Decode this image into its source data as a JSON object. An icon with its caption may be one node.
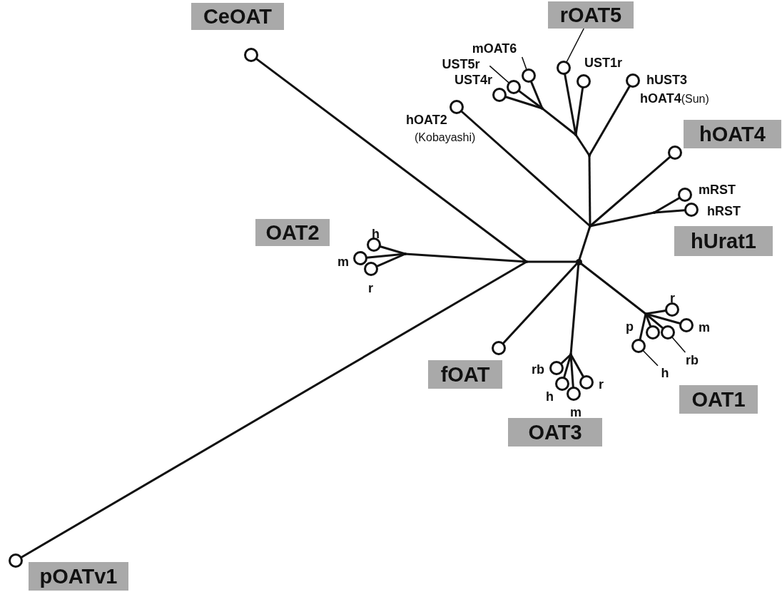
{
  "diagram": {
    "nodes": [
      {
        "text": [
          "CeOAT"
        ]
      },
      {
        "text": [],
        "shape": "circle"
      },
      {
        "text": [
          "rOAT5"
        ]
      },
      {
        "text": [
          "mOAT6"
        ]
      },
      {
        "text": [
          "UST5r"
        ]
      },
      {
        "text": [],
        "shape": "circle",
        "beside": [
          "UST4r"
        ]
      },
      {
        "text": [],
        "shape": "circle"
      },
      {
        "text": [],
        "shape": "circle"
      },
      {
        "text": [],
        "shape": "circle"
      },
      {
        "text": [],
        "shape": "circle",
        "beside": [
          "UST1r"
        ]
      },
      {
        "text": [],
        "shape": "circle",
        "beside": [
          "hUST3",
          "**hOAT4**(Sun)"
        ]
      },
      {
        "text": [],
        "shape": "circle",
        "beside": [
          "hOAT2",
          "(Kobayashi)"
        ]
      },
      {
        "text": [
          "hOAT4"
        ]
      },
      {
        "text": [],
        "shape": "circle"
      },
      {
        "text": [],
        "shape": "circle",
        "beside": [
          "mRST"
        ]
      },
      {
        "text": [],
        "shape": "circle",
        "beside": [
          "hRST"
        ]
      },
      {
        "text": [
          "hUrat1"
        ]
      },
      {
        "text": [
          "OAT2"
        ]
      },
      {
        "text": [],
        "shape": "circle",
        "beside": [
          "h"
        ]
      },
      {
        "text": [],
        "shape": "circle",
        "beside": [
          "m"
        ]
      },
      {
        "text": [],
        "shape": "circle",
        "beside": [
          "r"
        ]
      },
      {
        "text": [],
        "shape": "circle"
      },
      {
        "text": [
          "fOAT"
        ]
      },
      {
        "text": [],
        "shape": "circle",
        "beside": [
          "rb"
        ]
      },
      {
        "text": [],
        "shape": "circle",
        "beside": [
          "h"
        ]
      },
      {
        "text": [],
        "shape": "circle",
        "beside": [
          "r"
        ]
      },
      {
        "text": [],
        "shape": "circle",
        "beside": [
          "m"
        ]
      },
      {
        "text": [
          "OAT3"
        ]
      },
      {
        "text": [],
        "shape": "circle",
        "beside": [
          "p"
        ]
      },
      {
        "text": [],
        "shape": "circle"
      },
      {
        "text": [],
        "shape": "circle",
        "beside": [
          "r"
        ]
      },
      {
        "text": [],
        "shape": "circle",
        "beside": [
          "m"
        ]
      },
      {
        "text": [],
        "shape": "circle"
      },
      {
        "text": [
          "rb"
        ]
      },
      {
        "text": [
          "h"
        ]
      },
      {
        "text": [
          "OAT1"
        ]
      },
      {
        "text": [],
        "shape": "circle"
      },
      {
        "text": [
          "pOATv1"
        ]
      },
      {
        "text": [],
        "shape": "point"
      },
      {
        "text": [],
        "shape": "point"
      },
      {
        "text": [],
        "shape": "point"
      },
      {
        "text": [],
        "shape": "point"
      },
      {
        "text": [],
        "shape": "point"
      },
      {
        "text": [],
        "shape": "point"
      },
      {
        "text": [],
        "shape": "point"
      },
      {
        "text": [],
        "shape": "point"
      },
      {
        "text": [],
        "shape": "point"
      },
      {
        "text": [],
        "shape": "point"
      }
    ],
    "edges": [
      {
        "from": 38,
        "to": 39,
        "arrow": "none"
      },
      {
        "from": 39,
        "to": 1,
        "arrow": "none"
      },
      {
        "from": 39,
        "to": 36,
        "arrow": "none"
      },
      {
        "from": 39,
        "to": 45,
        "arrow": "none"
      },
      {
        "from": 45,
        "to": 18,
        "arrow": "none"
      },
      {
        "from": 45,
        "to": 19,
        "arrow": "none"
      },
      {
        "from": 45,
        "to": 20,
        "arrow": "none"
      },
      {
        "from": 38,
        "to": 40,
        "arrow": "none"
      },
      {
        "from": 40,
        "to": 11,
        "arrow": "none"
      },
      {
        "from": 40,
        "to": 41,
        "arrow": "none"
      },
      {
        "from": 41,
        "to": 42,
        "arrow": "none"
      },
      {
        "from": 41,
        "to": 10,
        "arrow": "none"
      },
      {
        "from": 42,
        "to": 43,
        "arrow": "none"
      },
      {
        "from": 42,
        "to": 8,
        "arrow": "none"
      },
      {
        "from": 42,
        "to": 9,
        "arrow": "none"
      },
      {
        "from": 43,
        "to": 5,
        "arrow": "none"
      },
      {
        "from": 43,
        "to": 6,
        "arrow": "none"
      },
      {
        "from": 43,
        "to": 7,
        "arrow": "none"
      },
      {
        "from": 40,
        "to": 13,
        "arrow": "none"
      },
      {
        "from": 40,
        "to": 44,
        "arrow": "none"
      },
      {
        "from": 44,
        "to": 14,
        "arrow": "none"
      },
      {
        "from": 44,
        "to": 15,
        "arrow": "none"
      },
      {
        "from": 38,
        "to": 21,
        "arrow": "none"
      },
      {
        "from": 38,
        "to": 46,
        "arrow": "none"
      },
      {
        "from": 46,
        "to": 23,
        "arrow": "none"
      },
      {
        "from": 46,
        "to": 24,
        "arrow": "none"
      },
      {
        "from": 46,
        "to": 25,
        "arrow": "none"
      },
      {
        "from": 46,
        "to": 26,
        "arrow": "none"
      },
      {
        "from": 38,
        "to": 47,
        "arrow": "none"
      },
      {
        "from": 47,
        "to": 28,
        "arrow": "none"
      },
      {
        "from": 47,
        "to": 29,
        "arrow": "none"
      },
      {
        "from": 47,
        "to": 30,
        "arrow": "none"
      },
      {
        "from": 47,
        "to": 31,
        "arrow": "none"
      },
      {
        "from": 47,
        "to": 32,
        "arrow": "none"
      },
      {
        "from": 2,
        "to": 8,
        "arrow": "none"
      },
      {
        "from": 3,
        "to": 7,
        "arrow": "none"
      },
      {
        "from": 4,
        "to": 6,
        "arrow": "none"
      },
      {
        "from": 33,
        "to": 29,
        "arrow": "none"
      },
      {
        "from": 34,
        "to": 32,
        "arrow": "none"
      }
    ]
  }
}
